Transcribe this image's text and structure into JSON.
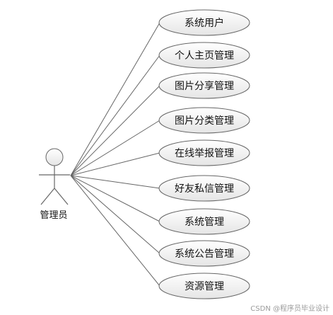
{
  "diagram": {
    "actor": {
      "label": "管理员"
    },
    "use_cases": [
      {
        "id": "uc1",
        "label": "系统用户"
      },
      {
        "id": "uc2",
        "label": "个人主页管理"
      },
      {
        "id": "uc3",
        "label": "图片分享管理"
      },
      {
        "id": "uc4",
        "label": "图片分类管理"
      },
      {
        "id": "uc5",
        "label": "在线举报管理"
      },
      {
        "id": "uc6",
        "label": "好友私信管理"
      },
      {
        "id": "uc7",
        "label": "系统管理"
      },
      {
        "id": "uc8",
        "label": "系统公告管理"
      },
      {
        "id": "uc9",
        "label": "资源管理"
      }
    ],
    "colors": {
      "stroke": "#666666",
      "fill_top": "#ffffff",
      "fill_bottom": "#e5e5e5",
      "text": "#111111"
    }
  },
  "watermark": {
    "text": "CSDN @程序员毕业设计"
  }
}
